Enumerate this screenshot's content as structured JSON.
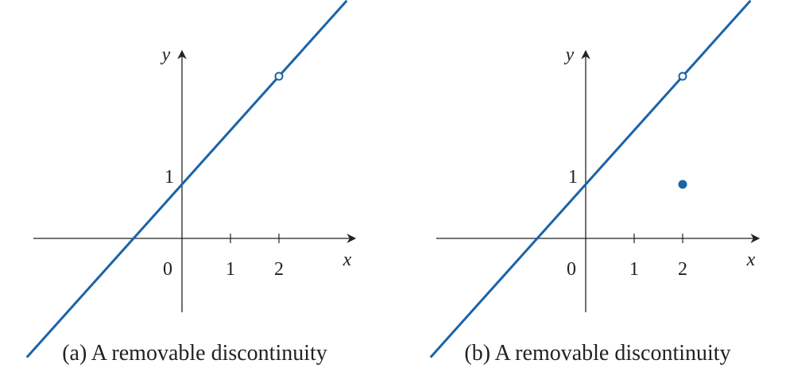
{
  "chart_data": [
    {
      "type": "line",
      "title": "(a) A removable discontinuity",
      "xlabel": "x",
      "ylabel": "y",
      "x_tick_labels": [
        "0",
        "1",
        "2"
      ],
      "y_tick_labels": [
        "1"
      ],
      "xlim": [
        -3.2,
        3.6
      ],
      "ylim": [
        -1.5,
        3.8
      ],
      "series": [
        {
          "function": "y = x + 1",
          "x_range": [
            -3.2,
            3.4
          ],
          "values_at": {
            "x": [
              -3.2,
              2,
              3.4
            ],
            "y": [
              -2.2,
              3,
              4.4
            ]
          }
        }
      ],
      "open_points": [
        {
          "x": 2,
          "y": 3
        }
      ],
      "filled_points": [],
      "color": "#1a63a8"
    },
    {
      "type": "line",
      "title": "(b) A removable discontinuity",
      "xlabel": "x",
      "ylabel": "y",
      "x_tick_labels": [
        "0",
        "1",
        "2"
      ],
      "y_tick_labels": [
        "1"
      ],
      "xlim": [
        -3.2,
        3.6
      ],
      "ylim": [
        -1.5,
        3.8
      ],
      "series": [
        {
          "function": "y = x + 1",
          "x_range": [
            -3.2,
            3.4
          ],
          "values_at": {
            "x": [
              -3.2,
              2,
              3.4
            ],
            "y": [
              -2.2,
              3,
              4.4
            ]
          }
        }
      ],
      "open_points": [
        {
          "x": 2,
          "y": 3
        }
      ],
      "filled_points": [
        {
          "x": 2,
          "y": 1
        }
      ],
      "color": "#1a63a8"
    }
  ]
}
